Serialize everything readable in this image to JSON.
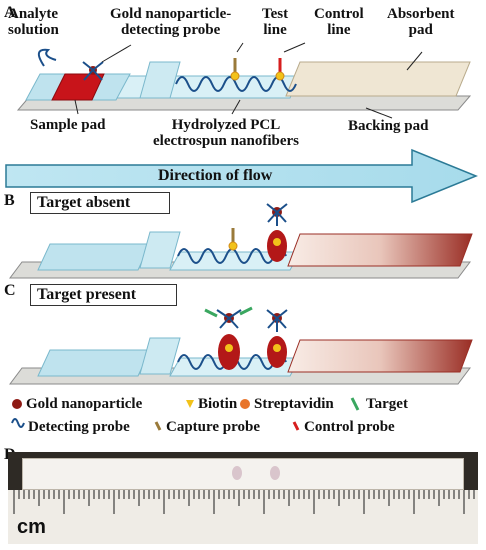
{
  "panels": {
    "a": "A",
    "b": "B",
    "c": "C",
    "d": "D"
  },
  "panel_a_labels": {
    "analyte_solution": "Analyte\nsolution",
    "gold_probe": "Gold nanoparticle-\ndetecting probe",
    "test_line": "Test\nline",
    "control_line": "Control\nline",
    "absorbent_pad": "Absorbent\npad",
    "sample_pad": "Sample pad",
    "hydrolyzed": "Hydrolyzed PCL\nelectrospun nanofibers",
    "backing_pad": "Backing pad"
  },
  "flow_arrow": "Direction of flow",
  "target_absent": "Target absent",
  "target_present": "Target present",
  "legend": {
    "gold_nanoparticle": "Gold nanoparticle",
    "biotin": "Biotin",
    "streptavidin": "Streptavidin",
    "target": "Target",
    "detecting_probe": "Detecting probe",
    "capture_probe": "Capture probe",
    "control_probe": "Control probe"
  },
  "photo_scale_label": "cm",
  "colors": {
    "strip_blue": "#bfe3ee",
    "strip_edge": "#7ab8cc",
    "absorbent_beige": "#efe6d3",
    "sample_red": "#c8141a",
    "arrow_fill": "#bfe6f2",
    "fiber_blue": "#1b4f8a",
    "gold": "#8e1a14",
    "biotin": "#f2c21a",
    "streptavidin": "#e8742a",
    "target": "#3aa760",
    "control_red": "#d61e1e"
  }
}
